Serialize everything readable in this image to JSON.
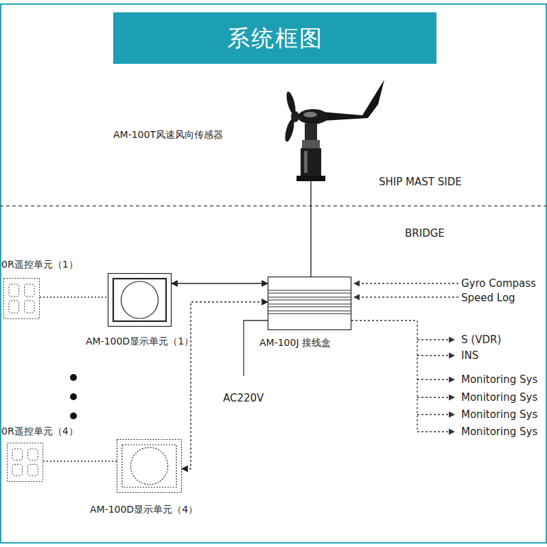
{
  "diagram": {
    "title": "系统框图",
    "nodes": [
      {
        "text": [
          "AM-100T风速风向传感器"
        ]
      },
      {
        "text": [
          "0R遥控单元（1）"
        ]
      },
      {
        "text": [
          "AM-100D显示单元（1）"
        ]
      },
      {
        "text": [
          "AM-100J 接线盒"
        ]
      },
      {
        "text": [
          "0R遥控单元（4）"
        ]
      },
      {
        "text": [
          "AM-100D显示单元（4）"
        ]
      }
    ],
    "edges": [
      {
        "from": 0,
        "to": 3,
        "arrow": "none"
      },
      {
        "from": 2,
        "to": 3,
        "arrow": "both"
      },
      {
        "from": 1,
        "to": 2,
        "arrow": "none"
      },
      {
        "from": 3,
        "to": 5,
        "arrow": "both"
      },
      {
        "from": 4,
        "to": 5,
        "arrow": "none"
      }
    ],
    "labels": [
      "SHIP MAST SIDE",
      "BRIDGE",
      "Gyro Compass",
      "Speed Log",
      "AC220V",
      "S (VDR)",
      "INS",
      "Monitoring Sys",
      "Monitoring Sys",
      "Monitoring Sys",
      "Monitoring Sys"
    ]
  }
}
